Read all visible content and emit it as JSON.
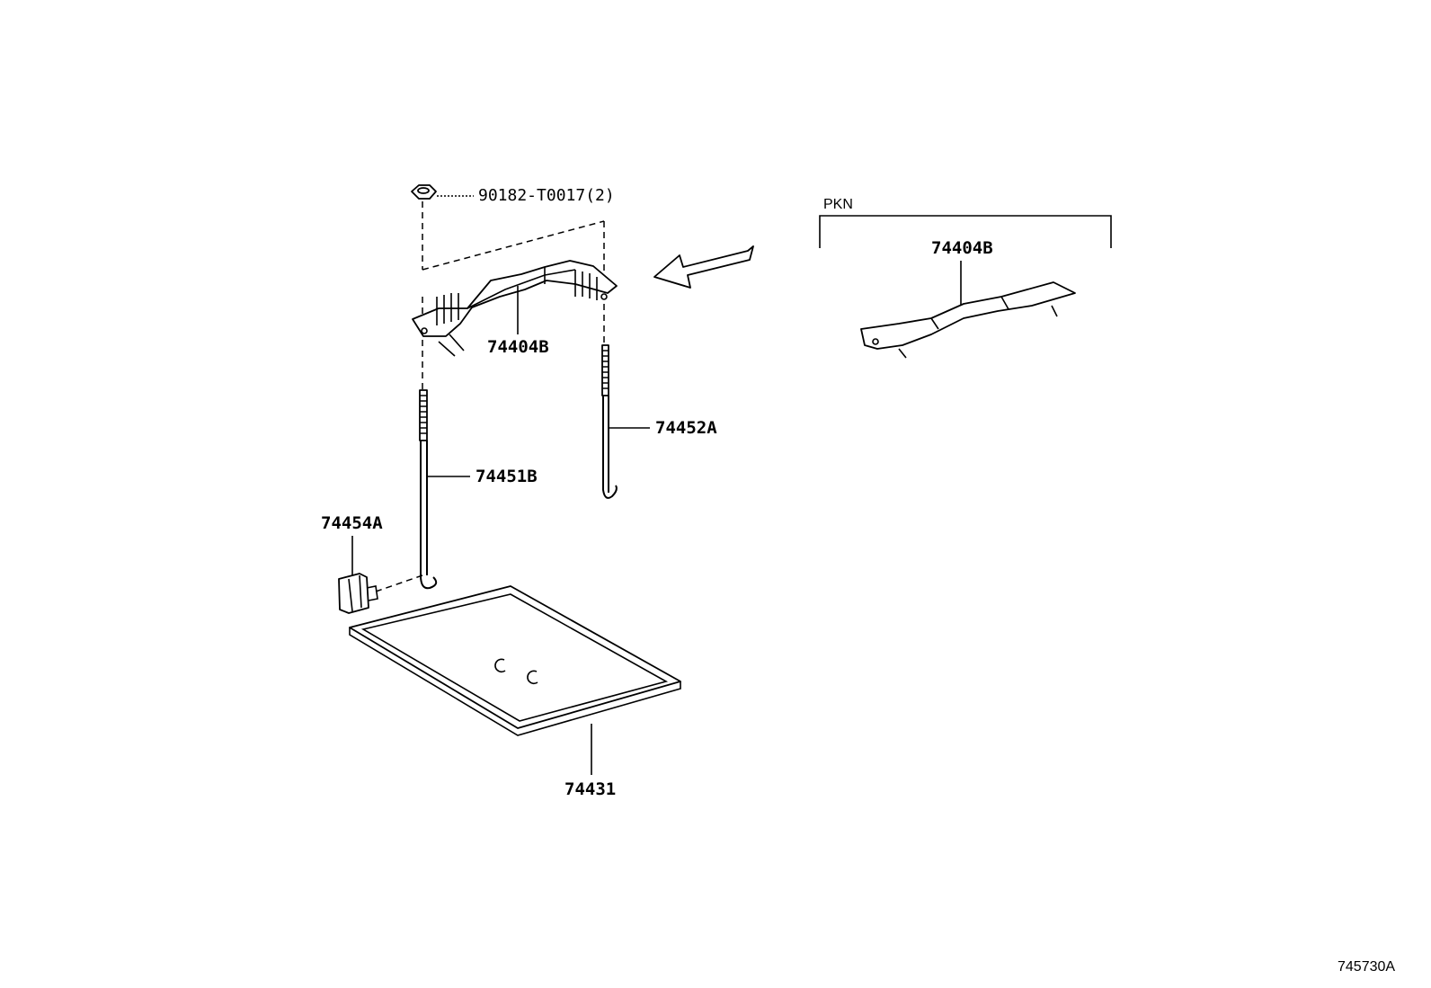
{
  "parts": {
    "nut": "90182-T0017(2)",
    "hold_down_clamp": "74404B",
    "bolt_right": "74452A",
    "bolt_left": "74451B",
    "clip": "74454A",
    "tray": "74431"
  },
  "pkn": {
    "title": "PKN",
    "part": "74404B"
  },
  "diagram_id": "745730A"
}
